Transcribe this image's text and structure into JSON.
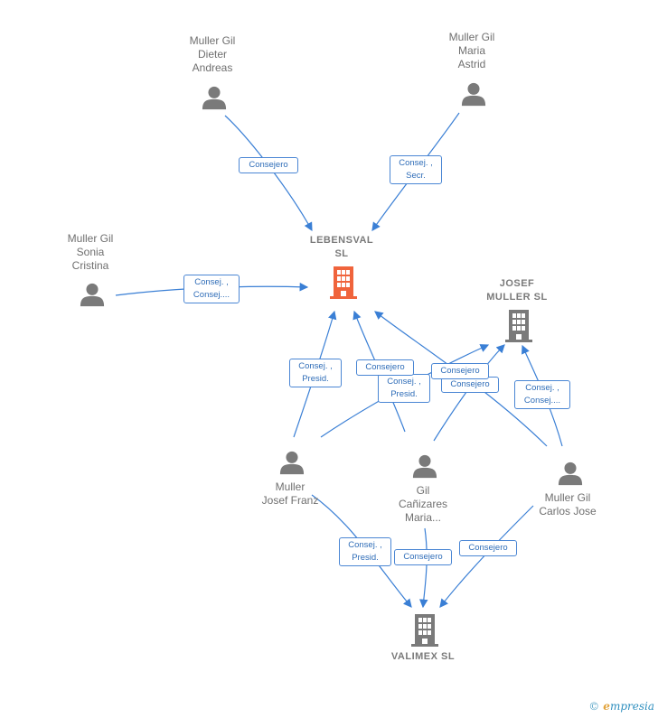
{
  "nodes": {
    "dieter": {
      "label": "Muller Gil\nDieter\nAndreas"
    },
    "astrid": {
      "label": "Muller Gil\nMaria\nAstrid"
    },
    "sonia": {
      "label": "Muller Gil\nSonia\nCristina"
    },
    "lebensval": {
      "label": "LEBENSVAL\nSL",
      "color": "#f0643c"
    },
    "josef_muller_sl": {
      "label": "JOSEF\nMULLER SL"
    },
    "josef_franz": {
      "label": "Muller\nJosef Franz"
    },
    "gil_maria": {
      "label": "Gil\nCañizares\nMaria..."
    },
    "carlos": {
      "label": "Muller Gil\nCarlos Jose"
    },
    "valimex": {
      "label": "VALIMEX SL"
    }
  },
  "edges": {
    "e1": "Consejero",
    "e2": "Consej. ,\nSecr.",
    "e3": "Consej. ,\nConsej....",
    "e4": "Consej. ,\nPresid.",
    "e5": "Consejero",
    "e6": "Consej. ,\nPresid.",
    "e7": "Consejero",
    "e8": "Consejero",
    "e9": "Consej. ,\nConsej....",
    "e10": "Consej. ,\nPresid.",
    "e11": "Consejero",
    "e12": "Consejero"
  },
  "colors": {
    "edge": "#3a7fd5",
    "person": "#7a7a7a",
    "company": "#7a7a7a",
    "focus": "#f0643c"
  },
  "brand": {
    "symbol": "©",
    "text": "mpresia",
    "initial": "e"
  }
}
